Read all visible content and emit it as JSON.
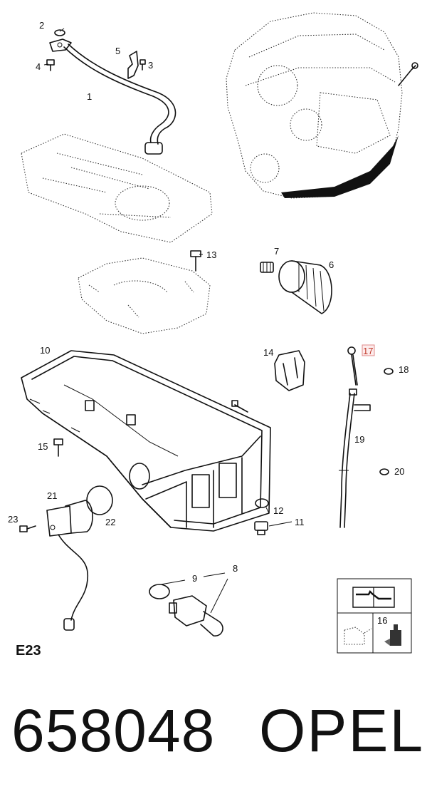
{
  "diagram": {
    "page_code": "E23",
    "highlighted_callout": "17",
    "callouts": [
      {
        "id": "c1",
        "text": "1"
      },
      {
        "id": "c2",
        "text": "2"
      },
      {
        "id": "c3",
        "text": "3"
      },
      {
        "id": "c4",
        "text": "4"
      },
      {
        "id": "c5",
        "text": "5"
      },
      {
        "id": "c6",
        "text": "6"
      },
      {
        "id": "c7",
        "text": "7"
      },
      {
        "id": "c8",
        "text": "8"
      },
      {
        "id": "c9",
        "text": "9"
      },
      {
        "id": "c10",
        "text": "10"
      },
      {
        "id": "c11",
        "text": "11"
      },
      {
        "id": "c12",
        "text": "12"
      },
      {
        "id": "c13",
        "text": "13"
      },
      {
        "id": "c14",
        "text": "14"
      },
      {
        "id": "c15",
        "text": "15"
      },
      {
        "id": "c16",
        "text": "16"
      },
      {
        "id": "c17",
        "text": "17"
      },
      {
        "id": "c18",
        "text": "18"
      },
      {
        "id": "c19",
        "text": "19"
      },
      {
        "id": "c20",
        "text": "20"
      },
      {
        "id": "c21",
        "text": "21"
      },
      {
        "id": "c22",
        "text": "22"
      },
      {
        "id": "c23",
        "text": "23"
      }
    ],
    "icons": [
      "engine-icon",
      "service-manual-icon",
      "oil-can-icon",
      "sealant-tube-icon"
    ]
  },
  "footer": {
    "part_number": "658048",
    "brand": "OPEL"
  }
}
